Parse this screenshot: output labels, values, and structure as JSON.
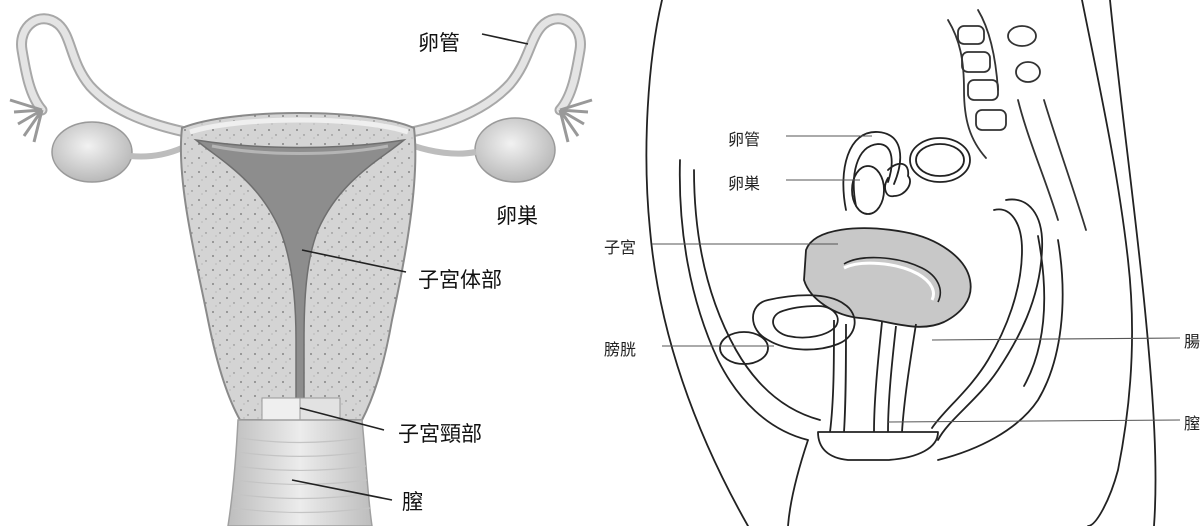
{
  "left_diagram": {
    "labels": {
      "oviduct": "卵管",
      "ovary": "卵巣",
      "uterine_body": "子宮体部",
      "uterine_cervix": "子宮頸部",
      "vagina": "膣"
    }
  },
  "right_diagram": {
    "labels": {
      "oviduct": "卵管",
      "ovary": "卵巣",
      "uterus": "子宮",
      "bladder": "膀胱",
      "intestine": "腸",
      "vagina": "膣"
    }
  },
  "colors": {
    "tissue_light": "#e6e6e6",
    "tissue_mid": "#c9c9c9",
    "tissue_dark": "#8d8d8d",
    "line": "#222222",
    "uterus_fill": "#c8c8c8"
  }
}
